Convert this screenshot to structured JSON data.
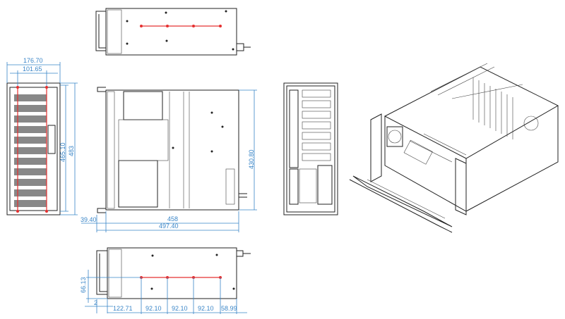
{
  "drawing": {
    "front_view": {
      "width_outer": "176.70",
      "width_inner": "101.65",
      "height_inner": "465.10",
      "height_outer": "483"
    },
    "side_view": {
      "depth_body": "458",
      "depth_total": "497.40",
      "handle_offset": "39.40",
      "height": "430.80"
    },
    "bottom_view": {
      "height": "66.13",
      "offset": "2",
      "spacings": [
        "122.71",
        "92.10",
        "92.10",
        "92.10",
        "58.99"
      ]
    },
    "colors": {
      "dimension": "#3a86c8",
      "mount_line": "#e53030",
      "outline": "#222222"
    }
  }
}
